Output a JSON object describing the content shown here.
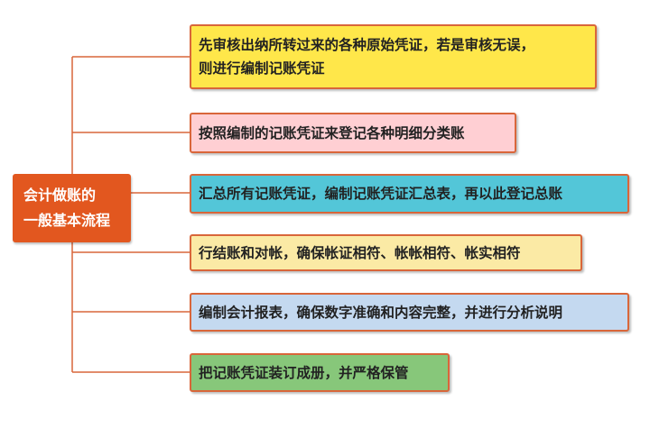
{
  "root": {
    "line1": "会计做账的",
    "line2": "一般基本流程"
  },
  "steps": [
    {
      "lines": [
        "先审核出纳所转过来的各种原始凭证，若是审核无误，",
        "则进行编制记账凭证"
      ],
      "color": "#ffe74a"
    },
    {
      "lines": [
        "按照编制的记账凭证来登记各种明细分类账"
      ],
      "color": "#ffcfd3"
    },
    {
      "lines": [
        "汇总所有记账凭证，编制记账凭证汇总表，再以此登记总账"
      ],
      "color": "#53c6d8"
    },
    {
      "lines": [
        "行结账和对帐，确保帐证相符、帐帐相符、帐实相符"
      ],
      "color": "#fbeaa5"
    },
    {
      "lines": [
        "编制会计报表，确保数字准确和内容完整，并进行分析说明"
      ],
      "color": "#c4d9f0"
    },
    {
      "lines": [
        "把记账凭证装订成册，并严格保管"
      ],
      "color": "#87c77a"
    }
  ],
  "colors": {
    "connector": "#d9663a",
    "root_fill": "#e2571f",
    "node_border": "#d9663a"
  }
}
